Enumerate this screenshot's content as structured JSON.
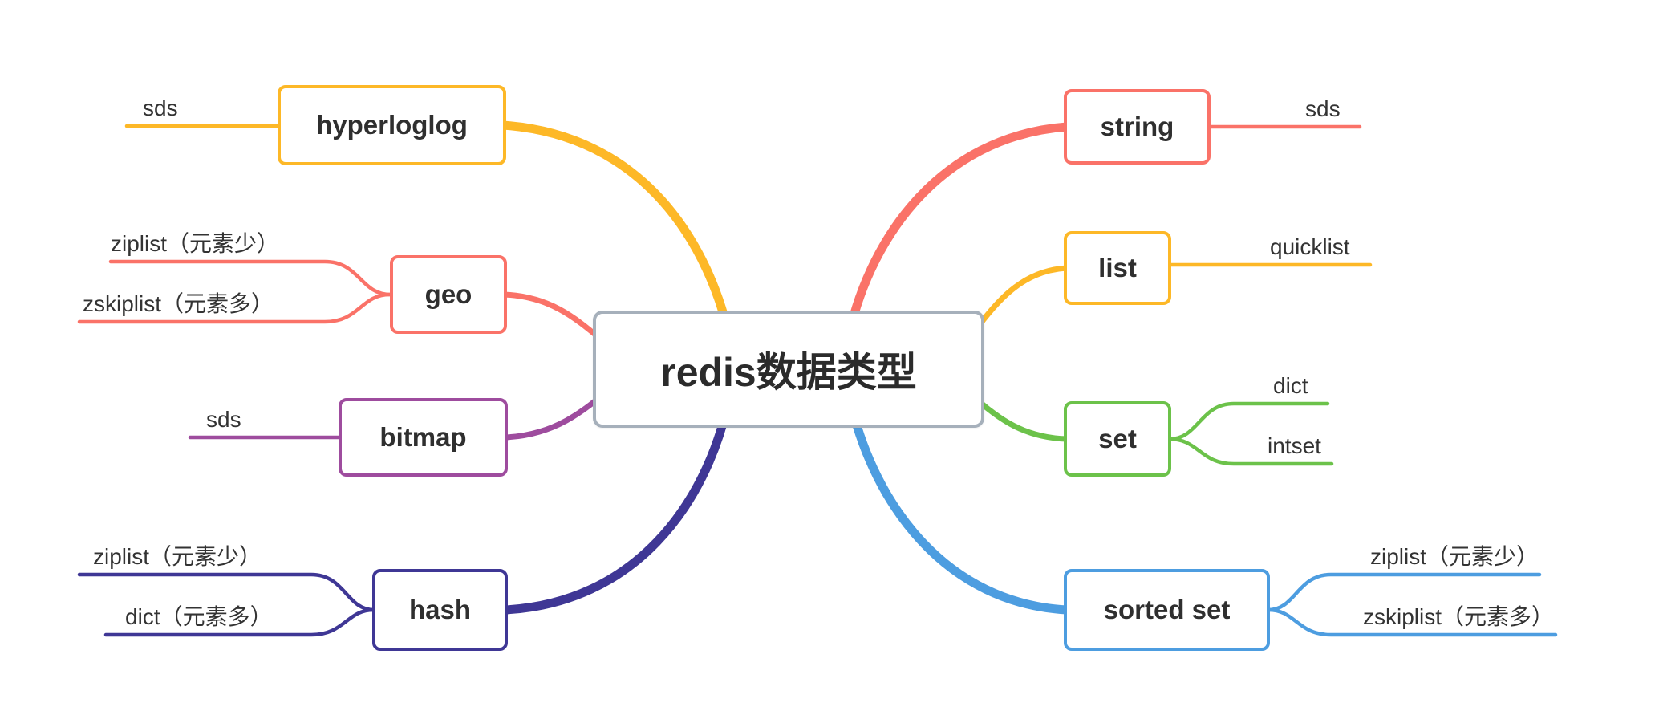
{
  "title": {
    "label": "redis数据类型"
  },
  "colors": {
    "center_border": "#A6B0BB",
    "text": "#333333"
  },
  "branches": {
    "hyperloglog": {
      "label": "hyperloglog",
      "color": "#FDB827",
      "children": [
        "sds"
      ]
    },
    "geo": {
      "label": "geo",
      "color": "#FA7268",
      "children": [
        "ziplist（元素少）",
        "zskiplist（元素多）"
      ]
    },
    "bitmap": {
      "label": "bitmap",
      "color": "#9E4C9E",
      "children": [
        "sds"
      ]
    },
    "hash": {
      "label": "hash",
      "color": "#3F3795",
      "children": [
        "ziplist（元素少）",
        "dict（元素多）"
      ]
    },
    "string": {
      "label": "string",
      "color": "#FA7268",
      "children": [
        "sds"
      ]
    },
    "list": {
      "label": "list",
      "color": "#FDB827",
      "children": [
        "quicklist"
      ]
    },
    "set": {
      "label": "set",
      "color": "#6CC24A",
      "children": [
        "dict",
        "intset"
      ]
    },
    "sorted_set": {
      "label": "sorted set",
      "color": "#4D9DE0",
      "children": [
        "ziplist（元素少）",
        "zskiplist（元素多）"
      ]
    }
  }
}
